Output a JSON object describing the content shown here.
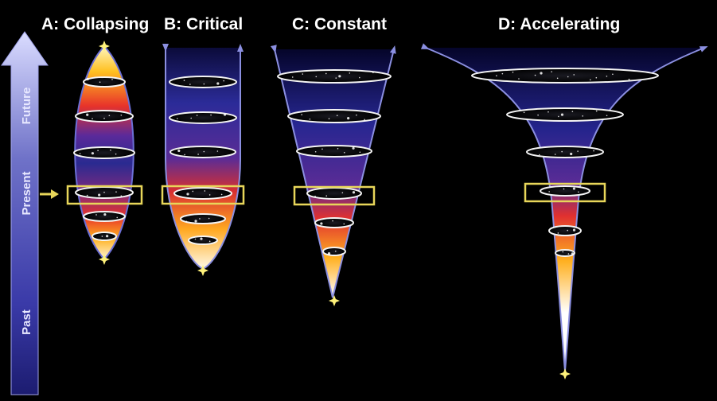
{
  "panels": [
    {
      "id": "a",
      "title": "A: Collapsing"
    },
    {
      "id": "b",
      "title": "B: Critical"
    },
    {
      "id": "c",
      "title": "C: Constant"
    },
    {
      "id": "d",
      "title": "D: Accelerating"
    }
  ],
  "time_axis": {
    "future": "Future",
    "present": "Present",
    "past": "Past"
  },
  "colors": {
    "background": "#000000",
    "present_marker": "#e8d65a",
    "outline": "#6b6fd6",
    "arrow": "#8b8fe0"
  }
}
